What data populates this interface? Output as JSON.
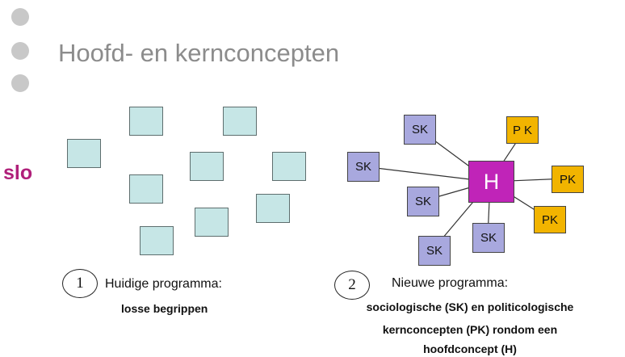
{
  "title": "Hoofd- en kernconcepten",
  "logo": "slo",
  "left": {
    "number": "1",
    "caption": "Huidige programma:",
    "subcaption": "losse begrippen"
  },
  "right": {
    "hub_label": "H",
    "sk_label": "SK",
    "pk_label_top": "P K",
    "pk_label": "PK",
    "number": "2",
    "caption": "Nieuwe programma:",
    "subcaption_line1": "sociologische  (SK) en politicologische",
    "subcaption_line2": "kernconcepten  (PK) rondom  een",
    "subcaption_line3": "hoofdconcept  (H)"
  },
  "colors": {
    "loose_box": "#c6e6e6",
    "sk_box": "#a8a8de",
    "pk_box": "#f2b400",
    "hub_box": "#c024b8",
    "logo": "#b0207a",
    "title": "#8c8c8c"
  }
}
